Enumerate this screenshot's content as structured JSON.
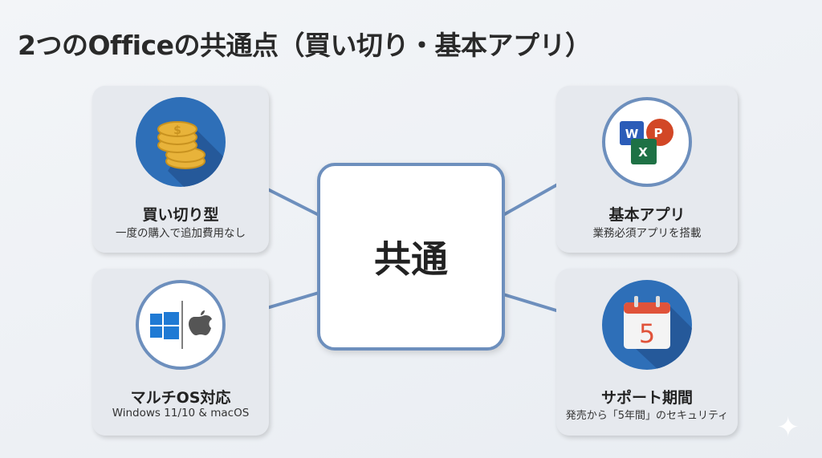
{
  "title": "2つのOfficeの共通点（買い切り・基本アプリ）",
  "center": "共通",
  "cards": [
    {
      "title": "買い切り型",
      "subtitle": "一度の購入で追加費用なし",
      "icon": "coins-icon"
    },
    {
      "title": "マルチOS対応",
      "subtitle": "Windows 11/10 & macOS",
      "icon": "windows-apple-icon"
    },
    {
      "title": "基本アプリ",
      "subtitle": "業務必須アプリを搭載",
      "icon": "office-apps-icon"
    },
    {
      "title": "サポート期間",
      "subtitle": "発売から「5年間」のセキュリティ",
      "icon": "calendar-icon",
      "calendar_day": "5"
    }
  ],
  "office_letters": {
    "word": "W",
    "powerpoint": "P",
    "excel": "X"
  },
  "colors": {
    "accent": "#2e6fb8",
    "line": "#6d8fbd"
  }
}
